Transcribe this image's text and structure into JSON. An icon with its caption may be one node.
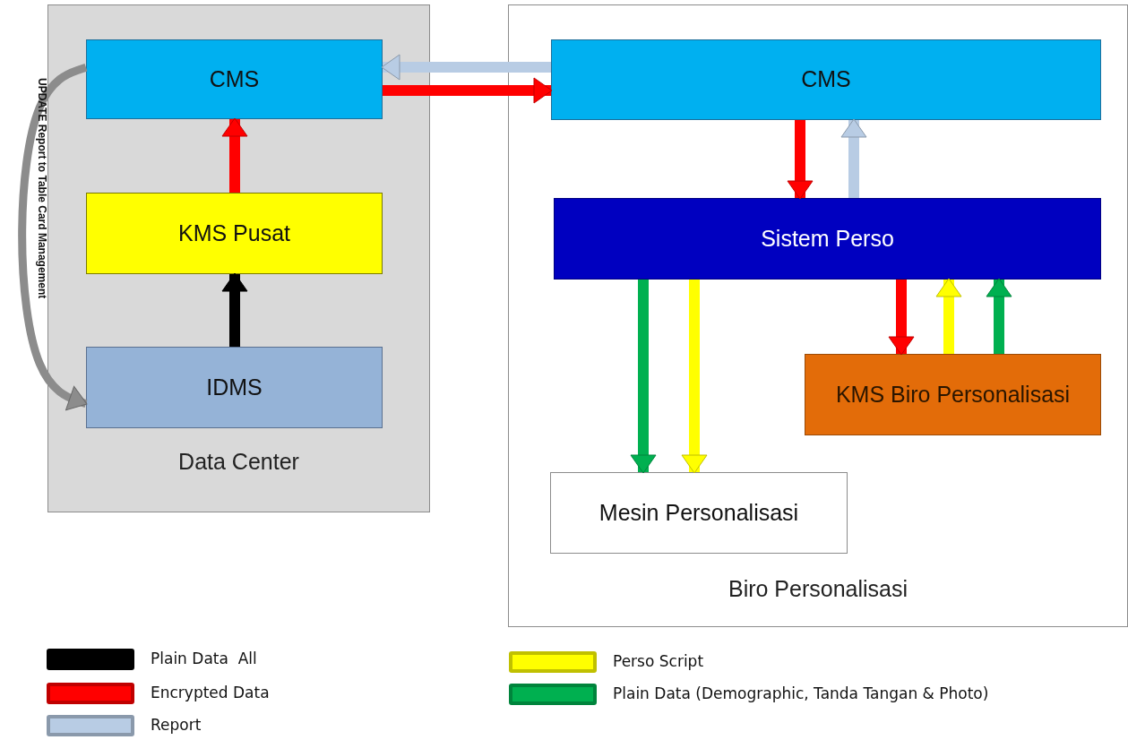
{
  "diagram": {
    "nodes": [
      {
        "text": [
          "Data Center"
        ]
      },
      {
        "text": [
          "CMS"
        ],
        "in": 0
      },
      {
        "text": [
          "KMS Pusat"
        ],
        "in": 0
      },
      {
        "text": [
          "IDMS"
        ],
        "in": 0
      },
      {
        "text": [
          "Biro Personalisasi"
        ]
      },
      {
        "text": [
          "CMS"
        ],
        "in": 4
      },
      {
        "text": [
          "Sistem Perso"
        ],
        "in": 4
      },
      {
        "text": [
          "KMS Biro Personalisasi"
        ],
        "in": 4
      },
      {
        "text": [
          "Mesin Personalisasi"
        ],
        "in": 4
      }
    ],
    "edges": [
      {
        "from": 3,
        "to": 2,
        "arrow": "to",
        "color": "#000000"
      },
      {
        "from": 2,
        "to": 1,
        "arrow": "to",
        "color": "#ff0000"
      },
      {
        "from": 5,
        "to": 1,
        "arrow": "to",
        "color": "#b8cce4"
      },
      {
        "from": 1,
        "to": 5,
        "arrow": "to",
        "color": "#ff0000"
      },
      {
        "from": 5,
        "to": 6,
        "arrow": "to",
        "color": "#ff0000"
      },
      {
        "from": 6,
        "to": 5,
        "arrow": "to",
        "color": "#b8cce4"
      },
      {
        "from": 6,
        "to": 8,
        "arrow": "to",
        "color": "#00b050"
      },
      {
        "from": 6,
        "to": 8,
        "arrow": "to",
        "color": "#ffff00"
      },
      {
        "from": 6,
        "to": 7,
        "arrow": "to",
        "color": "#ff0000"
      },
      {
        "from": 7,
        "to": 6,
        "arrow": "to",
        "color": "#ffff00"
      },
      {
        "from": 7,
        "to": 6,
        "arrow": "to",
        "color": "#00b050"
      },
      {
        "from": 1,
        "to": 3,
        "arrow": "to",
        "label": "UPDATE Report to Table Card Management",
        "color": "#8c8c8c"
      }
    ],
    "legend": [
      {
        "text": "Plain Data  All",
        "color": "#000000"
      },
      {
        "text": "Encrypted Data",
        "color": "#ff0000"
      },
      {
        "text": "Report",
        "color": "#b8cce4"
      },
      {
        "text": "Perso Script",
        "color": "#ffff00"
      },
      {
        "text": "Plain Data (Demographic, Tanda Tangan & Photo)",
        "color": "#00b050"
      }
    ]
  }
}
